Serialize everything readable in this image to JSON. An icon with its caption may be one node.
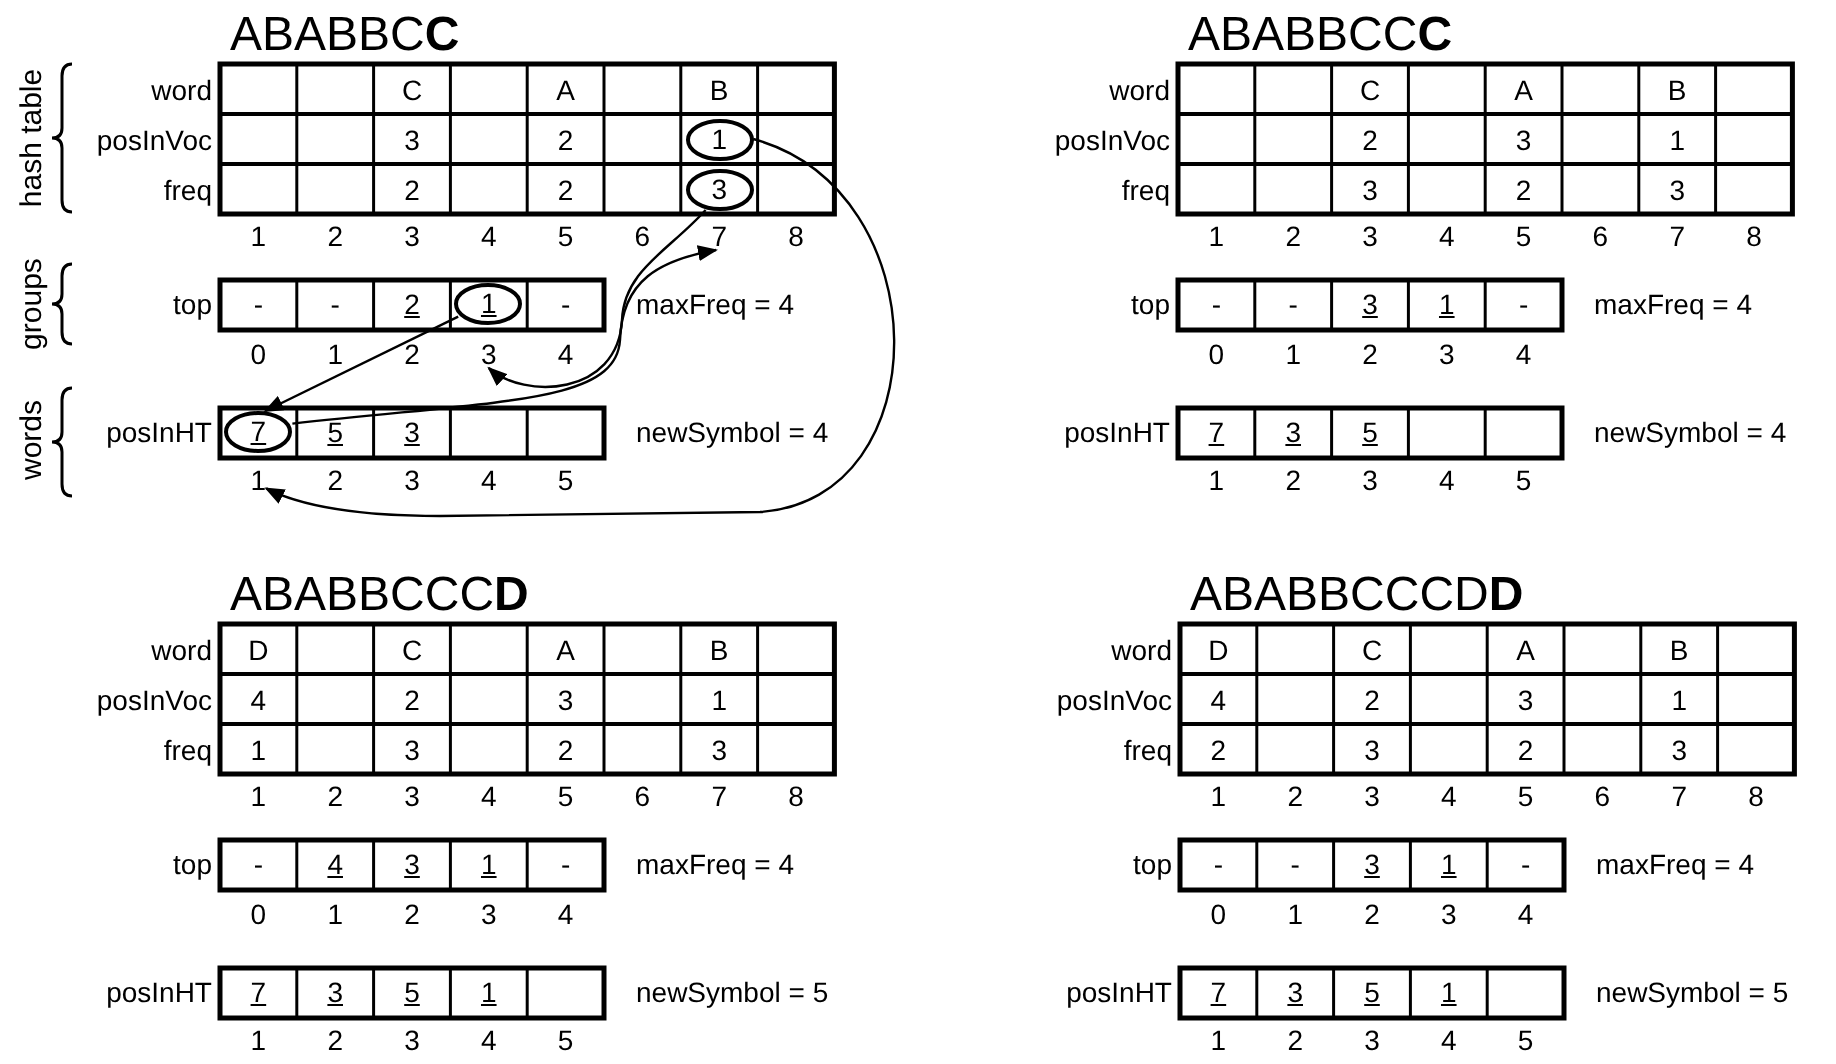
{
  "diagram": {
    "nodes": [
      {
        "text": [
          "1"
        ]
      },
      {
        "text": [
          "3"
        ]
      },
      {
        "text": [
          "7"
        ]
      },
      {
        "text": [
          "1"
        ]
      },
      {
        "text": [
          "3"
        ]
      },
      {
        "text": [
          "7"
        ]
      },
      {
        "text": [
          "1"
        ]
      }
    ],
    "edges": [
      {
        "from": 1,
        "to": 4,
        "arrow": "to"
      },
      {
        "from": 3,
        "to": 5,
        "arrow": "to"
      },
      {
        "from": 5,
        "to": 2,
        "arrow": "to"
      },
      {
        "from": 0,
        "to": 6,
        "arrow": "to"
      }
    ],
    "labels": [
      "ABABBC**C**",
      "hash table",
      "groups",
      "words",
      "word",
      "C",
      "A",
      "B",
      "posInVoc",
      "3",
      "2",
      "freq",
      "2",
      "2",
      "1",
      "2",
      "3",
      "4",
      "5",
      "6",
      "8",
      "top",
      "-",
      "-",
      "2",
      "-",
      "maxFreq = 4",
      "0",
      "1",
      "2",
      "4",
      "posInHT",
      "5",
      "3",
      "newSymbol = 4",
      "2",
      "3",
      "4",
      "5",
      "ABABBCC**C**",
      "word",
      "C",
      "A",
      "B",
      "posInVoc",
      "2",
      "3",
      "1",
      "freq",
      "3",
      "2",
      "3",
      "1",
      "2",
      "3",
      "4",
      "5",
      "6",
      "7",
      "8",
      "top",
      "-",
      "-",
      "3",
      "1",
      "-",
      "maxFreq = 4",
      "0",
      "1",
      "2",
      "3",
      "4",
      "posInHT",
      "7",
      "3",
      "5",
      "newSymbol = 4",
      "1",
      "2",
      "3",
      "4",
      "5",
      "ABABBCCC**D**",
      "word",
      "D",
      "C",
      "A",
      "B",
      "posInVoc",
      "4",
      "2",
      "3",
      "1",
      "freq",
      "1",
      "3",
      "2",
      "3",
      "1",
      "2",
      "3",
      "4",
      "5",
      "6",
      "7",
      "8",
      "top",
      "-",
      "4",
      "3",
      "1",
      "-",
      "maxFreq = 4",
      "0",
      "1",
      "2",
      "3",
      "4",
      "posInHT",
      "7",
      "3",
      "5",
      "1",
      "newSymbol = 5",
      "1",
      "2",
      "3",
      "4",
      "5",
      "ABABBCCCD**D**",
      "word",
      "D",
      "C",
      "A",
      "B",
      "posInVoc",
      "4",
      "2",
      "3",
      "1",
      "freq",
      "2",
      "3",
      "2",
      "3",
      "1",
      "2",
      "3",
      "4",
      "5",
      "6",
      "7",
      "8",
      "top",
      "-",
      "-",
      "3",
      "1",
      "-",
      "maxFreq = 4",
      "0",
      "1",
      "2",
      "3",
      "4",
      "posInHT",
      "7",
      "3",
      "5",
      "1",
      "newSymbol = 5",
      "1",
      "2",
      "3",
      "4",
      "5"
    ]
  }
}
